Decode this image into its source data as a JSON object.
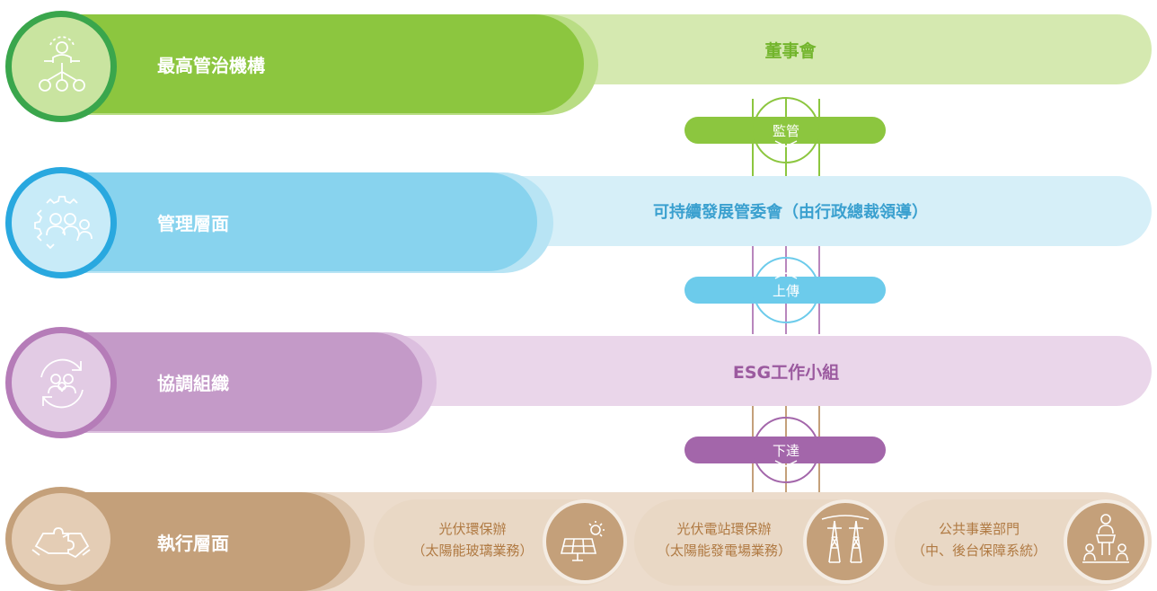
{
  "tiers": [
    {
      "title": "最高管治機構",
      "body": "董事會",
      "icon": "org-chart-person-icon"
    },
    {
      "title": "管理層面",
      "body": "可持續發展管委會（由行政總裁領導）",
      "icon": "gear-people-icon"
    },
    {
      "title": "協調組織",
      "body": "ESG工作小組",
      "icon": "people-cycle-icon"
    },
    {
      "title": "執行層面",
      "icon": "handshake-puzzle-icon"
    }
  ],
  "connectors": [
    "監管",
    "上傳",
    "下達"
  ],
  "exec_units": [
    {
      "line1": "光伏環保辦",
      "line2": "（太陽能玻璃業務）",
      "icon": "solar-panel-icon"
    },
    {
      "line1": "光伏電站環保辦",
      "line2": "（太陽能發電場業務）",
      "icon": "power-tower-icon"
    },
    {
      "line1": "公共事業部門",
      "line2": "（中、後台保障系統）",
      "icon": "podium-people-icon"
    }
  ],
  "colors": {
    "green": "#8cc63f",
    "green_light": "#d5e9b0",
    "green_ring": "#3aa64c",
    "blue": "#88d3ee",
    "blue_light": "#d6eff8",
    "blue_ring": "#29a8df",
    "purple": "#c49ac8",
    "purple_light": "#ead6ea",
    "purple_ring": "#b57cb8",
    "tan": "#c4a07a",
    "tan_light": "#ecdccc",
    "tan_ring": "#c4a07a"
  }
}
